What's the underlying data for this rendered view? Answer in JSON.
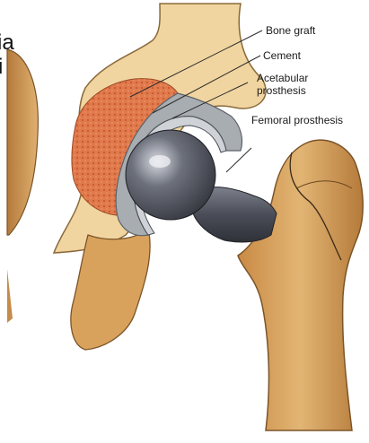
{
  "figure": {
    "subject": "hip joint replacement",
    "clipped_text": {
      "line1": "ia",
      "line2": "i"
    },
    "labels": {
      "bone_graft": "Bone graft",
      "cement": "Cement",
      "acetabular_line1": "Acetabular",
      "acetabular_line2": "prosthesis",
      "femoral": "Femoral prosthesis"
    }
  },
  "colors": {
    "pelvis": "#f1d5a0",
    "bone_outline": "#8a6a3a",
    "graft": "#e07a4d",
    "cement": "#a8adb2",
    "metal": "#5a5e68",
    "femur": "#d9a25c",
    "leader_line": "#2b2b2b"
  }
}
